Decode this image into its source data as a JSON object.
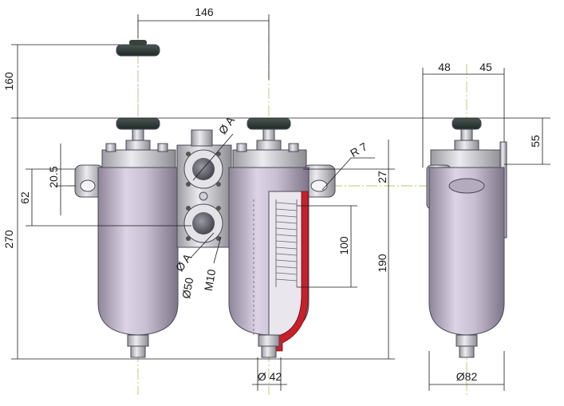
{
  "drawing": {
    "dimensions": {
      "d146": "146",
      "d160": "160",
      "d270": "270",
      "d62": "62",
      "d20_5": "20.5",
      "dOA_top": "Ø A",
      "dOA_bottom": "Ø A",
      "dR7": "R 7",
      "d27": "27",
      "d190": "190",
      "d100": "100",
      "d50": "Ø50",
      "dM10": "M10",
      "d42": "Ø 42",
      "d48": "48",
      "d45": "45",
      "d55": "55",
      "d82": "Ø82"
    },
    "colors": {
      "housing": "#c9bfd3",
      "housing_dark": "#8f8599",
      "metal": "#d9d9dc",
      "knob": "#2f3a36",
      "cutaway_red": "#c8202a",
      "centerline": "#b8c86a",
      "dimension_line": "#1a1a1a"
    }
  }
}
